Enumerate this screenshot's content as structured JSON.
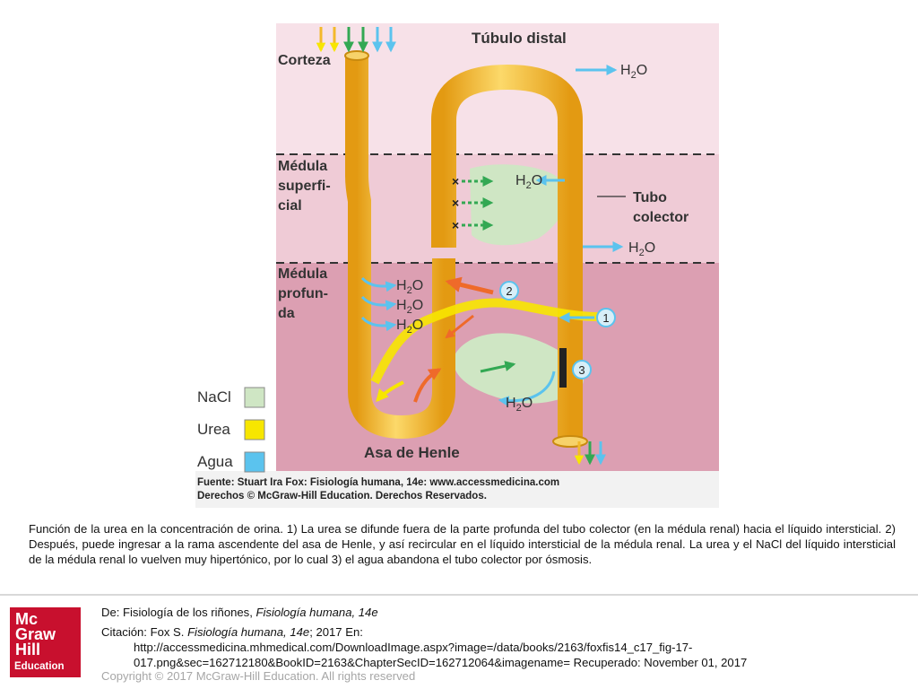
{
  "figure": {
    "zones": {
      "corteza": "Corteza",
      "medula_superficial": [
        "Médula",
        "superfi-",
        "cial"
      ],
      "medula_profunda": [
        "Médula",
        "profun-",
        "da"
      ]
    },
    "structures": {
      "tubulo_distal": "Túbulo distal",
      "tubo_colector": [
        "Tubo",
        "colector"
      ],
      "asa_de_henle": "Asa de Henle"
    },
    "water_labels": [
      "H2O",
      "H2O",
      "H2O",
      "H2O",
      "H2O",
      "H2O",
      "H2O"
    ],
    "steps": [
      "1",
      "2",
      "3"
    ],
    "legend": [
      {
        "label": "NaCl",
        "color": "#cfe6c4"
      },
      {
        "label": "Urea",
        "color": "#f7e600"
      },
      {
        "label": "Agua",
        "color": "#5bc3ee"
      }
    ],
    "source_line": "Fuente: Stuart Ira Fox: Fisiología humana, 14e: www.accessmedicina.com",
    "rights_line": "Derechos © McGraw-Hill Education. Derechos Reservados.",
    "colors": {
      "cortex_bg": "#f7e1e8",
      "superficial_bg": "#efcbd6",
      "deep_bg": "#dc9fb2",
      "tubule": "#f3b92b",
      "nacl": "#cfe6c4",
      "urea": "#f7e600",
      "water_arrow": "#5bc3ee",
      "green_arrow": "#33a853",
      "orange_arrow": "#ef6a2a"
    }
  },
  "caption": "Función de la urea en la concentración de orina. 1) La urea se difunde fuera de la parte profunda del tubo colector (en la médula renal) hacia el líquido intersticial. 2) Después, puede ingresar a la rama ascendente del asa de Henle, y así recircular en el líquido intersticial de la médula renal. La urea y el NaCl del líquido intersticial de la médula renal lo vuelven muy hipertónico, por lo cual 3) el agua abandona el tubo colector por ósmosis.",
  "footer": {
    "from_prefix": "De: Fisiología de los riñones, ",
    "from_book": "Fisiología humana, 14e",
    "citation_prefix": "Citación: Fox S. ",
    "citation_book": "Fisiología humana, 14e",
    "citation_suffix": "; 2017 En:",
    "url_line1": "http://accessmedicina.mhmedical.com/DownloadImage.aspx?image=/data/books/2163/foxfis14_c17_fig-17-",
    "url_line2": "017.png&sec=162712180&BookID=2163&ChapterSecID=162712064&imagename= Recuperado: November 01, 2017",
    "copyright": "Copyright © 2017 McGraw-Hill Education. All rights reserved",
    "logo": [
      "Mc",
      "Graw",
      "Hill",
      "Education"
    ]
  }
}
